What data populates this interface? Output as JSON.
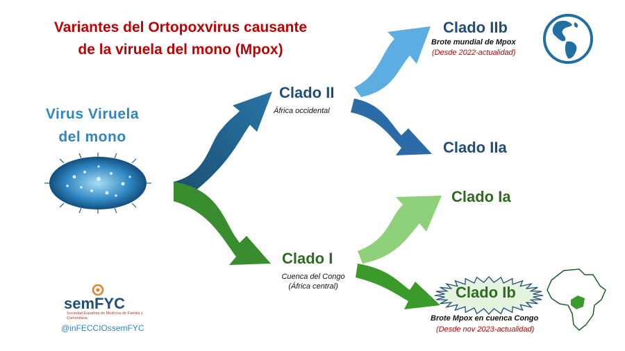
{
  "title": {
    "line1": "Variantes del Ortopoxvirus causante",
    "line2": "de la viruela del mono (Mpox)"
  },
  "virus_label": {
    "line1": "Virus Viruela",
    "line2": "del mono"
  },
  "clades": {
    "ii": {
      "label": "Clado II",
      "note": "África occidental"
    },
    "iib": {
      "label": "Clado IIb",
      "note": "Brote mundial de Mpox",
      "period": "(Desde 2022-actualidad)"
    },
    "iia": {
      "label": "Clado IIa"
    },
    "ia": {
      "label": "Clado Ia"
    },
    "i": {
      "label": "Clado I",
      "note1": "Cuenca del Congo",
      "note2": "(África central)"
    },
    "ib": {
      "label": "Clado Ib",
      "note": "Brote Mpox en cuenca Congo",
      "period": "(Desde nov 2023-actualidad)"
    }
  },
  "logo": {
    "name": "semFYC",
    "subtitle": "Sociedad Española de Medicina de Familia y Comunitaria"
  },
  "handle": "@inFECCIOssemFYC",
  "icons": [
    "virus-icon",
    "globe-icon",
    "africa-map-icon",
    "semfyc-logo-icon"
  ],
  "colors": {
    "title": "#c00000",
    "clade_ii_dark_blue": "#1f4e79",
    "clade_iib_light_blue": "#5dade2",
    "clade_i_green": "#2e7d32",
    "clade_ia_light_green": "#8fd17a",
    "note_red": "#c00000"
  }
}
